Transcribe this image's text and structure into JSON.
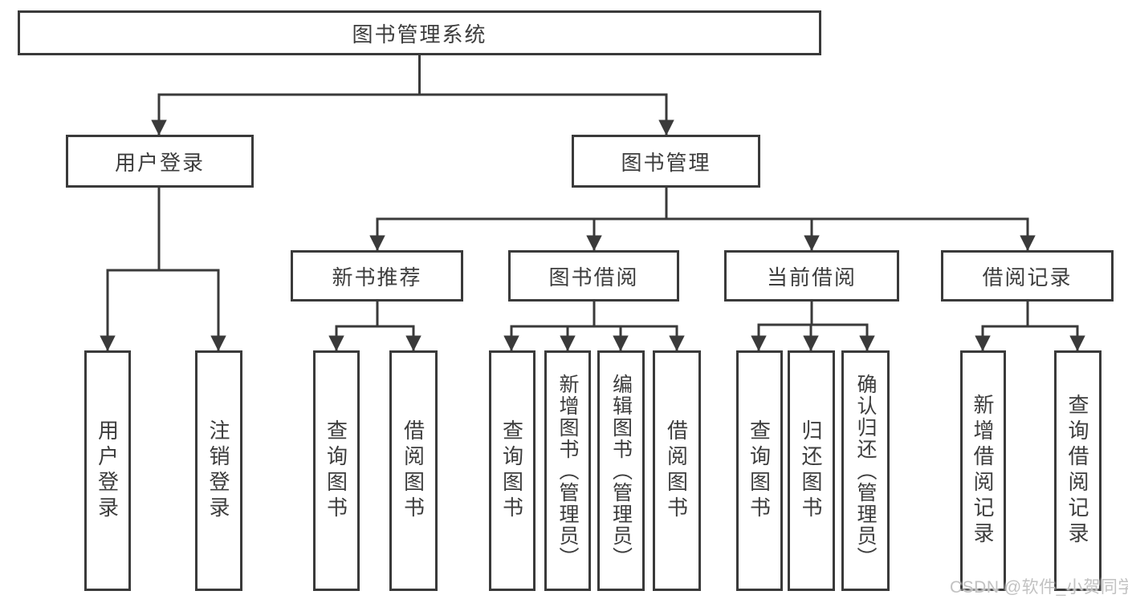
{
  "diagram": {
    "title": "图书管理系统",
    "branches": [
      {
        "label": "用户登录",
        "children": [
          {
            "label": "用户登录"
          },
          {
            "label": "注销登录"
          }
        ]
      },
      {
        "label": "图书管理",
        "children": [
          {
            "label": "新书推荐",
            "children": [
              {
                "label": "查询图书"
              },
              {
                "label": "借阅图书"
              }
            ]
          },
          {
            "label": "图书借阅",
            "children": [
              {
                "label": "查询图书"
              },
              {
                "label": "新增图书（管理员）"
              },
              {
                "label": "编辑图书（管理员）"
              },
              {
                "label": "借阅图书"
              }
            ]
          },
          {
            "label": "当前借阅",
            "children": [
              {
                "label": "查询图书"
              },
              {
                "label": "归还图书"
              },
              {
                "label": "确认归还（管理员）"
              }
            ]
          },
          {
            "label": "借阅记录",
            "children": [
              {
                "label": "新增借阅记录"
              },
              {
                "label": "查询借阅记录"
              }
            ]
          }
        ]
      }
    ]
  },
  "watermark": "CSDN @软件_小贺同学",
  "colors": {
    "line": "#3a3a3a",
    "text": "#3d3d3d",
    "watermark": "#c2c2c2",
    "background": "#ffffff"
  }
}
